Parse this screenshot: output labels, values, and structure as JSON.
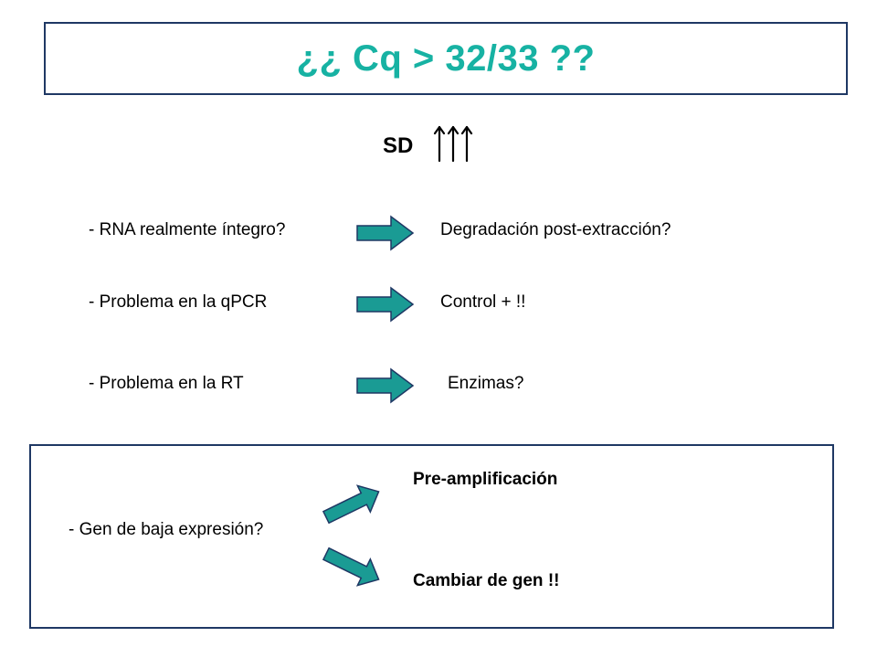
{
  "title": "¿¿ Cq > 32/33 ??",
  "sd": {
    "label": "SD",
    "icon": "triple-up-arrow-icon"
  },
  "rows": [
    {
      "cause": "- RNA realmente íntegro?",
      "consequence": "Degradación post-extracción?"
    },
    {
      "cause": "- Problema en la qPCR",
      "consequence": "Control + !!"
    },
    {
      "cause": "- Problema en la RT",
      "consequence": "Enzimas?"
    }
  ],
  "bottom": {
    "cause": "- Gen de baja expresión?",
    "options": [
      "Pre-amplificación",
      "Cambiar de gen !!"
    ]
  },
  "colors": {
    "title": "#17b2a3",
    "arrow_fill": "#1a9b94",
    "arrow_stroke": "#1f3864",
    "box_border": "#1f3864"
  }
}
